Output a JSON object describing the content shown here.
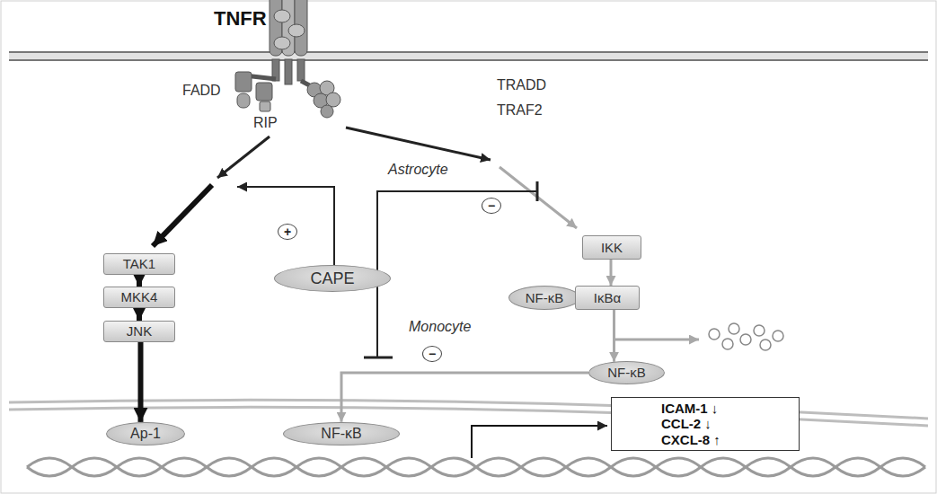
{
  "diagram": {
    "nodes": [
      {
        "text": [
          "TAK1"
        ]
      },
      {
        "text": [
          "MKK4"
        ]
      },
      {
        "text": [
          "JNK"
        ]
      },
      {
        "text": [
          "Ap-1"
        ]
      },
      {
        "text": [
          "CAPE"
        ]
      },
      {
        "text": [
          "+"
        ]
      },
      {
        "text": [
          "−"
        ]
      },
      {
        "text": [
          "IKK"
        ]
      },
      {
        "text": [
          "NF-κB"
        ]
      },
      {
        "text": [
          "IκBα"
        ]
      },
      {
        "text": [
          "NF-κB"
        ]
      },
      {
        "text": [
          "−"
        ]
      },
      {
        "text": [
          "NF-κB"
        ]
      },
      {
        "text": [
          "ICAM-1 ↓",
          "CCL-2 ↓",
          "CXCL-8 ↑"
        ]
      }
    ],
    "edges": [
      {
        "from": 0,
        "to": 1,
        "arrow": "to"
      },
      {
        "from": 1,
        "to": 2,
        "arrow": "to"
      },
      {
        "from": 2,
        "to": 3,
        "arrow": "to"
      },
      {
        "from": 7,
        "to": 9,
        "arrow": "to"
      },
      {
        "from": 9,
        "to": 10,
        "arrow": "to"
      },
      {
        "from": 10,
        "to": 12,
        "arrow": "to"
      }
    ],
    "labels": [
      "TNFR",
      "FADD",
      "RIP",
      "TRADD",
      "TRAF2",
      "Astrocyte",
      "Monocyte"
    ]
  }
}
